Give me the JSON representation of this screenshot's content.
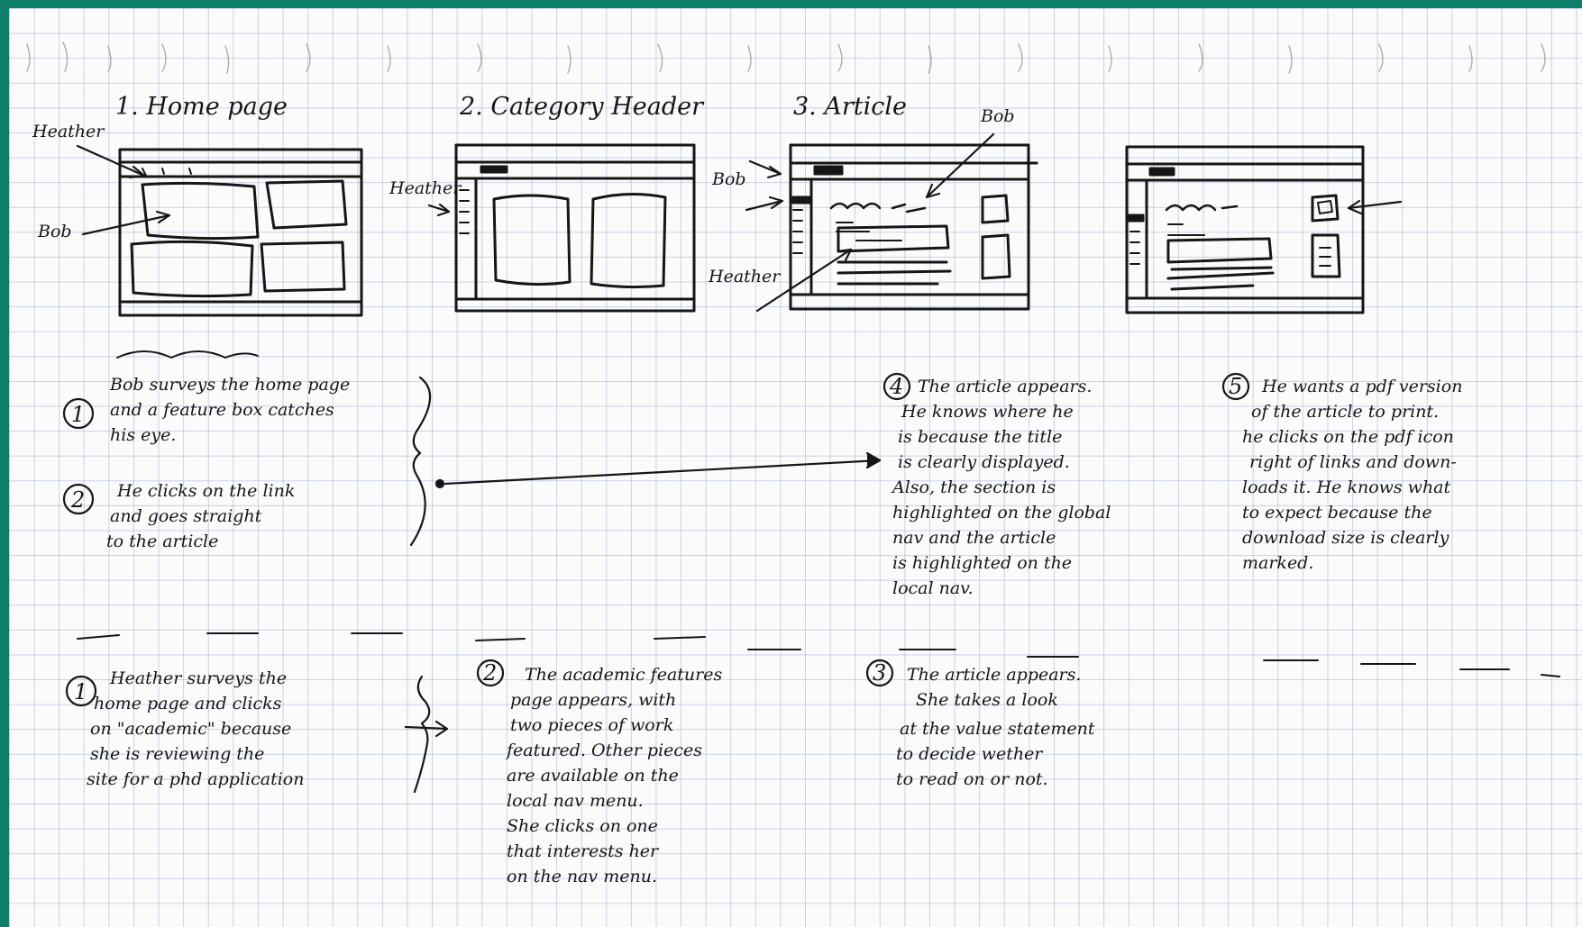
{
  "board": {
    "frames": [
      {
        "title": "1. Home page",
        "labels": [
          "Heather",
          "Bob"
        ]
      },
      {
        "title": "2. Category Header",
        "labels": [
          "Heather"
        ]
      },
      {
        "title": "3. Article",
        "labels": [
          "Bob",
          "Bob",
          "Heather"
        ]
      },
      {
        "title": "",
        "labels": []
      }
    ],
    "bob_notes": [
      {
        "num": "1",
        "lines": [
          "Bob surveys the home page",
          "and a feature box catches",
          "his eye."
        ]
      },
      {
        "num": "2",
        "lines": [
          "He clicks on the link",
          "and goes straight",
          "to the article"
        ]
      },
      {
        "num": "4",
        "lines": [
          "The article appears.",
          "He knows where he",
          "is because the title",
          "is clearly displayed.",
          "Also, the section is",
          "highlighted on the global",
          "nav and the article",
          "is highlighted on the",
          "local nav."
        ]
      },
      {
        "num": "5",
        "lines": [
          "He wants a pdf version",
          "of the article to print.",
          "he clicks on the pdf icon",
          "right of links and down-",
          "loads it. He knows what",
          "to expect because the",
          "download size is clearly",
          "marked."
        ]
      }
    ],
    "heather_notes": [
      {
        "num": "1",
        "lines": [
          "Heather surveys the",
          "home page and clicks",
          "on \"academic\" because",
          "she is reviewing the",
          "site for a phd application"
        ]
      },
      {
        "num": "2",
        "lines": [
          "The academic features",
          "page appears, with",
          "two pieces of work",
          "featured. Other pieces",
          "are available on the",
          "local nav menu.",
          "She clicks on one",
          "that interests her",
          "on the nav menu."
        ]
      },
      {
        "num": "3",
        "lines": [
          "The article appears.",
          "She takes a look",
          "at the value statement",
          "to decide wether",
          "to read on or not."
        ]
      }
    ]
  }
}
